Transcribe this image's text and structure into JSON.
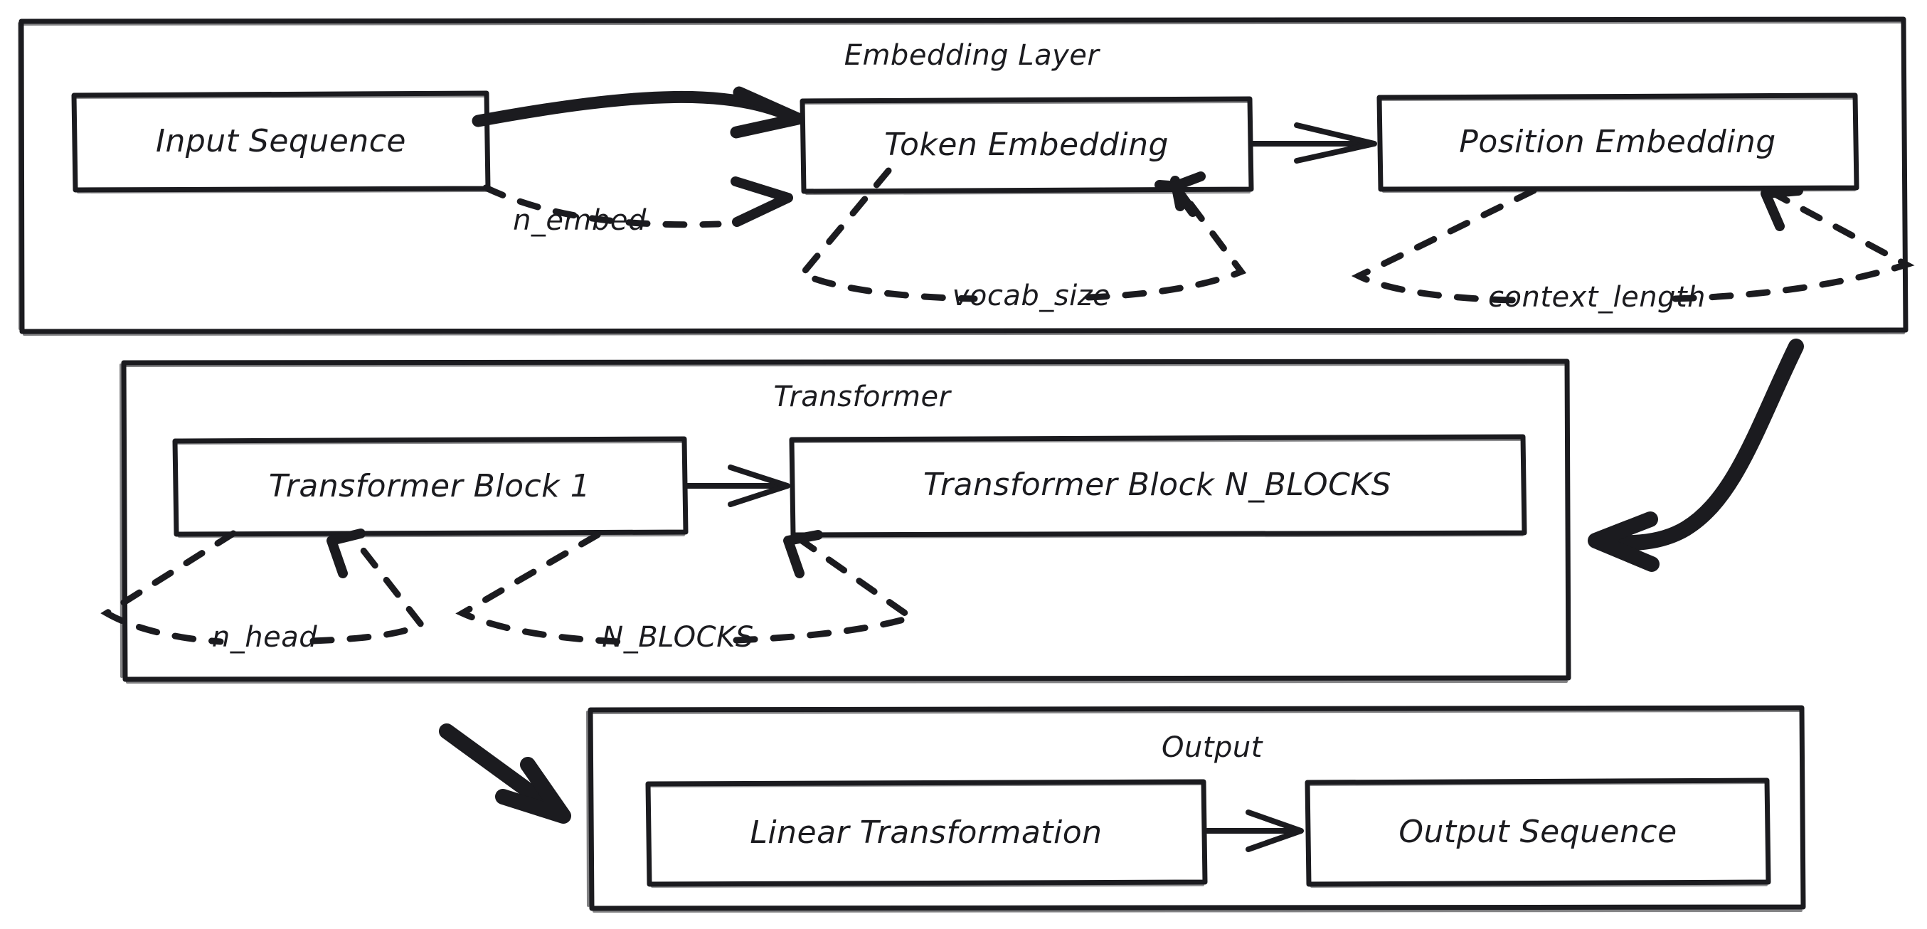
{
  "diagram": {
    "title": "GPT Model Architecture",
    "style": "hand-drawn",
    "background_color": "#ffffff",
    "stroke_color": "#1b1b1f",
    "groups": [
      {
        "id": "embedding-layer",
        "label": "Embedding Layer",
        "nodes": [
          {
            "id": "input-sequence",
            "label": "Input Sequence"
          },
          {
            "id": "token-embedding",
            "label": "Token Embedding"
          },
          {
            "id": "position-embedding",
            "label": "Position Embedding"
          }
        ],
        "edge_labels": [
          {
            "id": "n-embed",
            "label": "n_embed"
          },
          {
            "id": "vocab-size",
            "label": "vocab_size"
          },
          {
            "id": "context-length",
            "label": "context_length"
          }
        ]
      },
      {
        "id": "transformer",
        "label": "Transformer",
        "nodes": [
          {
            "id": "transformer-block-1",
            "label": "Transformer Block 1"
          },
          {
            "id": "transformer-block-n",
            "label": "Transformer Block N_BLOCKS"
          }
        ],
        "edge_labels": [
          {
            "id": "n-head",
            "label": "n_head"
          },
          {
            "id": "n-blocks",
            "label": "N_BLOCKS"
          }
        ]
      },
      {
        "id": "output",
        "label": "Output",
        "nodes": [
          {
            "id": "linear-transformation",
            "label": "Linear Transformation"
          },
          {
            "id": "output-sequence",
            "label": "Output Sequence"
          }
        ],
        "edge_labels": []
      }
    ],
    "connections": [
      {
        "from": "input-sequence",
        "to": "token-embedding",
        "kind": "solid-arrow"
      },
      {
        "from": "token-embedding",
        "to": "position-embedding",
        "kind": "solid-arrow"
      },
      {
        "from": "embedding-layer",
        "to": "transformer",
        "kind": "thick-curved-arrow"
      },
      {
        "from": "transformer-block-1",
        "to": "transformer-block-n",
        "kind": "solid-arrow"
      },
      {
        "from": "transformer",
        "to": "output",
        "kind": "thick-diagonal-arrow"
      },
      {
        "from": "linear-transformation",
        "to": "output-sequence",
        "kind": "solid-arrow"
      }
    ]
  }
}
